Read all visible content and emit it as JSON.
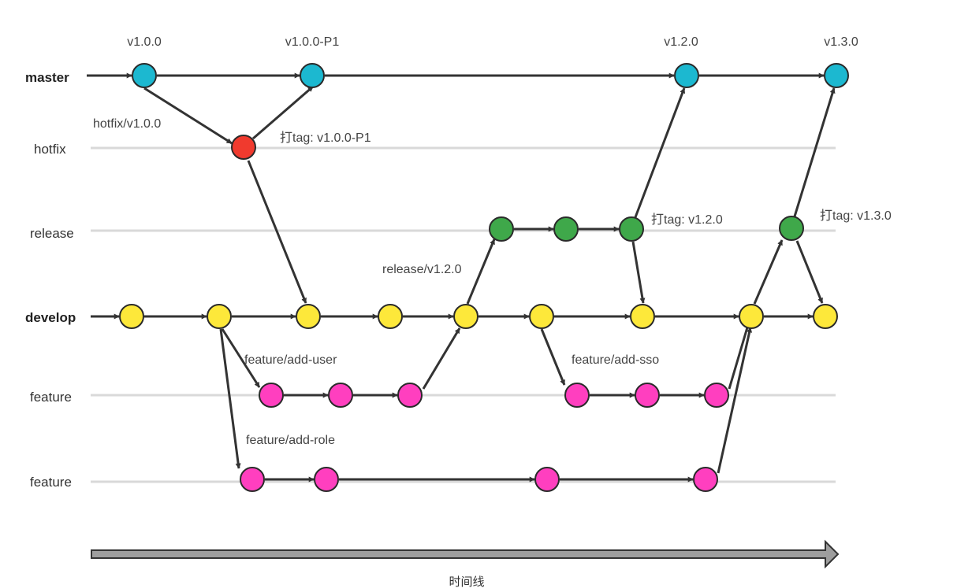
{
  "colors": {
    "master": "#1cb8d0",
    "hotfix": "#f03a2e",
    "release": "#3fa84a",
    "develop": "#fde83a",
    "feature": "#ff3fbf",
    "edge": "#333333",
    "lane": "#d9d9d9",
    "timeline_fill": "#9e9e9e"
  },
  "lanes": {
    "master": "master",
    "hotfix": "hotfix",
    "release": "release",
    "develop": "develop",
    "feature1": "feature",
    "feature2": "feature"
  },
  "tags": {
    "v100": "v1.0.0",
    "v100p1": "v1.0.0-P1",
    "v120": "v1.2.0",
    "v130": "v1.3.0"
  },
  "annotations": {
    "hotfix_branch": "hotfix/v1.0.0",
    "hotfix_tag": "打tag: v1.0.0-P1",
    "release_branch": "release/v1.2.0",
    "release_tag": "打tag: v1.2.0",
    "release2_tag": "打tag: v1.3.0",
    "feature_user": "feature/add-user",
    "feature_sso": "feature/add-sso",
    "feature_role": "feature/add-role"
  },
  "timeline": {
    "label": "时间线"
  }
}
